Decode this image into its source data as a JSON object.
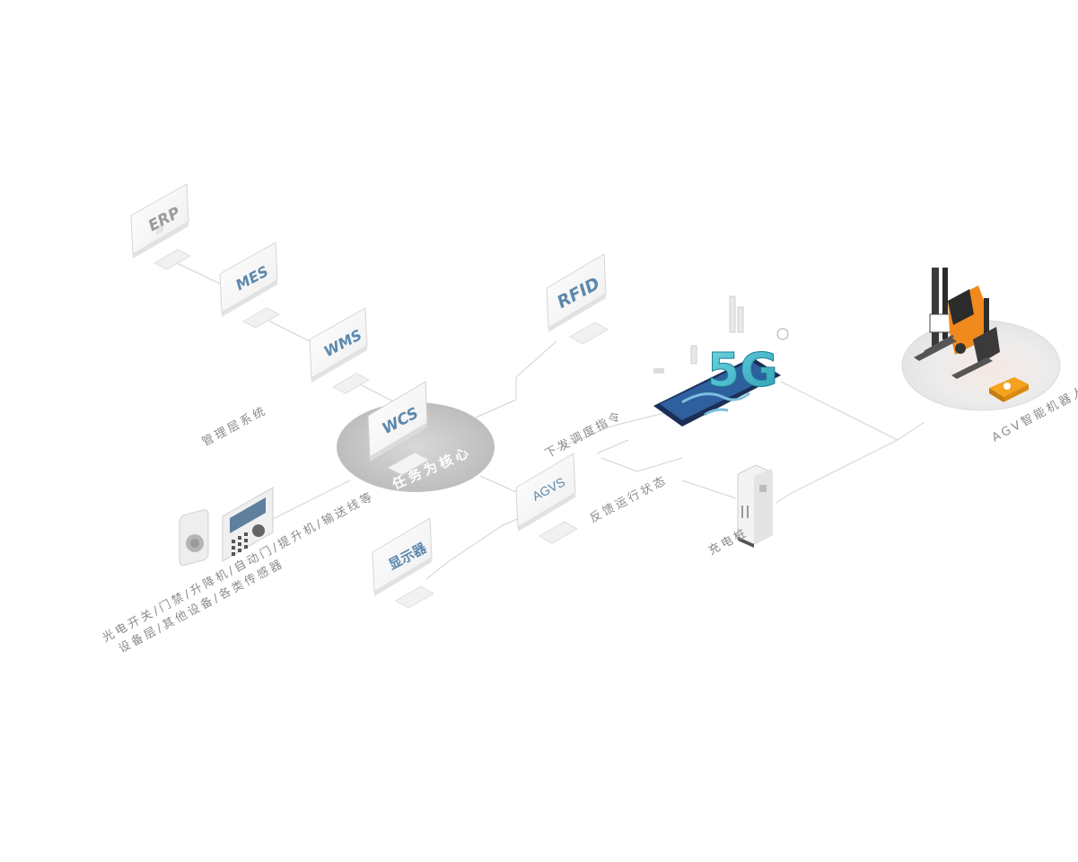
{
  "systems": {
    "erp": "ERP",
    "mes": "MES",
    "wms": "WMS",
    "wcs": "WCS",
    "rfid": "RFID",
    "agvs": "AGVS",
    "display": "显示器"
  },
  "hub": {
    "core_label": "任务为核心"
  },
  "network": {
    "label": "5G"
  },
  "labels": {
    "upper_management": "管理层系统",
    "dispatch": "下发调度指令",
    "status": "反馈运行状态",
    "agv_cluster": "AGV智能机器人",
    "charger": "充电桩",
    "devices_line1": "光电开关/门禁/升降机/自动门/提升机/输送线等",
    "devices_line2": "设备层/其他设备/各类传感器"
  },
  "colors": {
    "monitor_text": "#5b88ad",
    "erp_text": "#9a9a9a",
    "hub_fill": "#bdbdbd",
    "network_blue": "#1f4f8c",
    "network_teal": "#3fb5c9",
    "forklift_orange": "#f08a1c",
    "line": "#cfcfcf"
  }
}
